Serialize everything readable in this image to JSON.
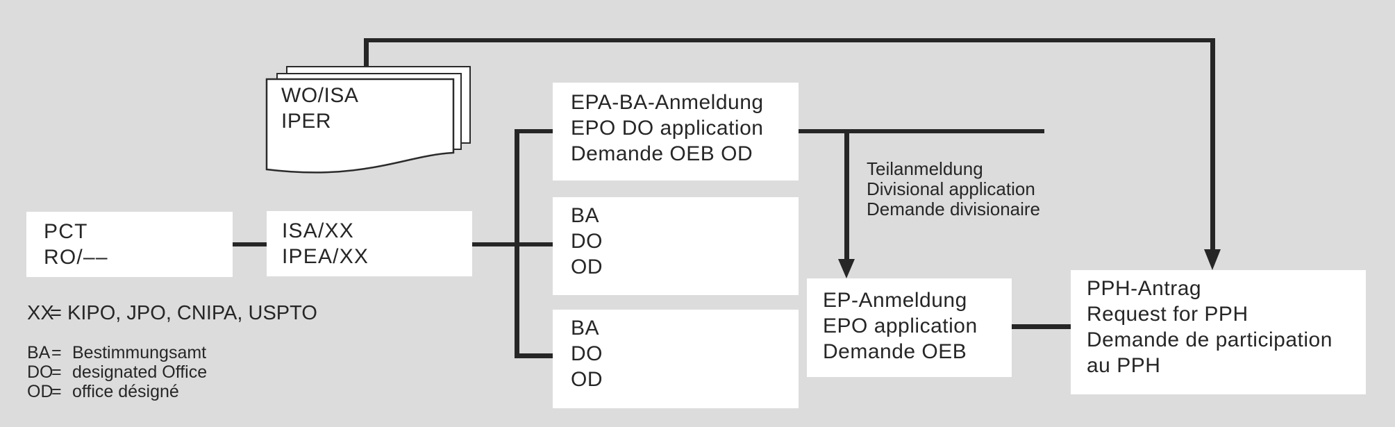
{
  "colors": {
    "background": "#dcdcdc",
    "box_fill": "#ffffff",
    "line": "#262626",
    "text": "#262626"
  },
  "document_stack": {
    "lines": [
      "WO/ISA",
      "IPER"
    ]
  },
  "boxes": {
    "pct": {
      "lines": [
        "PCT",
        "RO/––"
      ]
    },
    "isa": {
      "lines": [
        "ISA/XX",
        "IPEA/XX"
      ]
    },
    "epa_ba": {
      "lines": [
        "EPA-BA-Anmeldung",
        "EPO DO application",
        "Demande OEB OD"
      ]
    },
    "ba_do_od_1": {
      "lines": [
        "BA",
        "DO",
        "OD"
      ]
    },
    "ba_do_od_2": {
      "lines": [
        "BA",
        "DO",
        "OD"
      ]
    },
    "ep": {
      "lines": [
        "EP-Anmeldung",
        "EPO application",
        "Demande OEB"
      ]
    },
    "pph": {
      "lines": [
        "PPH-Antrag",
        "Request for PPH",
        "Demande de participation",
        "au PPH"
      ]
    }
  },
  "annotations": {
    "divisional": {
      "lines": [
        "Teilanmeldung",
        "Divisional application",
        "Demande divisionaire"
      ]
    }
  },
  "legend": {
    "xx": {
      "abbr": "XX",
      "eq": "=",
      "def": "KIPO, JPO, CNIPA, USPTO"
    },
    "items": [
      {
        "abbr": "BA",
        "eq": "=",
        "def": "Bestimmungsamt"
      },
      {
        "abbr": "DO",
        "eq": "=",
        "def": "designated Office"
      },
      {
        "abbr": "OD",
        "eq": "=",
        "def": "office désigné"
      }
    ]
  }
}
